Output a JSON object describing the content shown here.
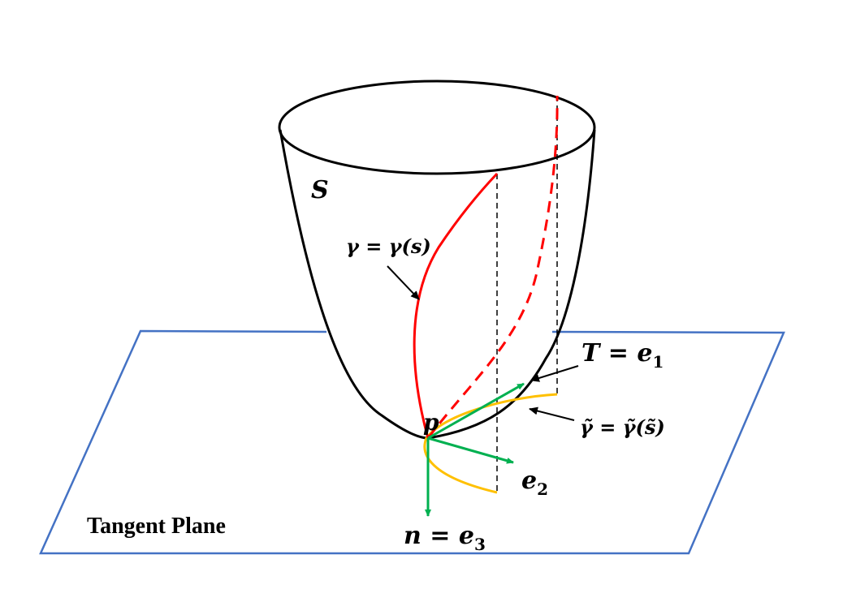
{
  "colors": {
    "plane": "#4472c4",
    "surface": "#000000",
    "curve": "#ff0000",
    "projected_curve": "#ffc000",
    "frame_vectors": "#00b050",
    "annotation": "#000000"
  },
  "labels": {
    "surface": "S",
    "curve": "γ = γ(s)",
    "point": "p",
    "tangent": "T = e",
    "tangent_sub": "1",
    "normal_in_plane": "e",
    "normal_in_plane_sub": "2",
    "surface_normal": "n = e",
    "surface_normal_sub": "3",
    "projected_curve": "γ̃ = γ̃(s̃)",
    "plane": "Tangent Plane"
  }
}
